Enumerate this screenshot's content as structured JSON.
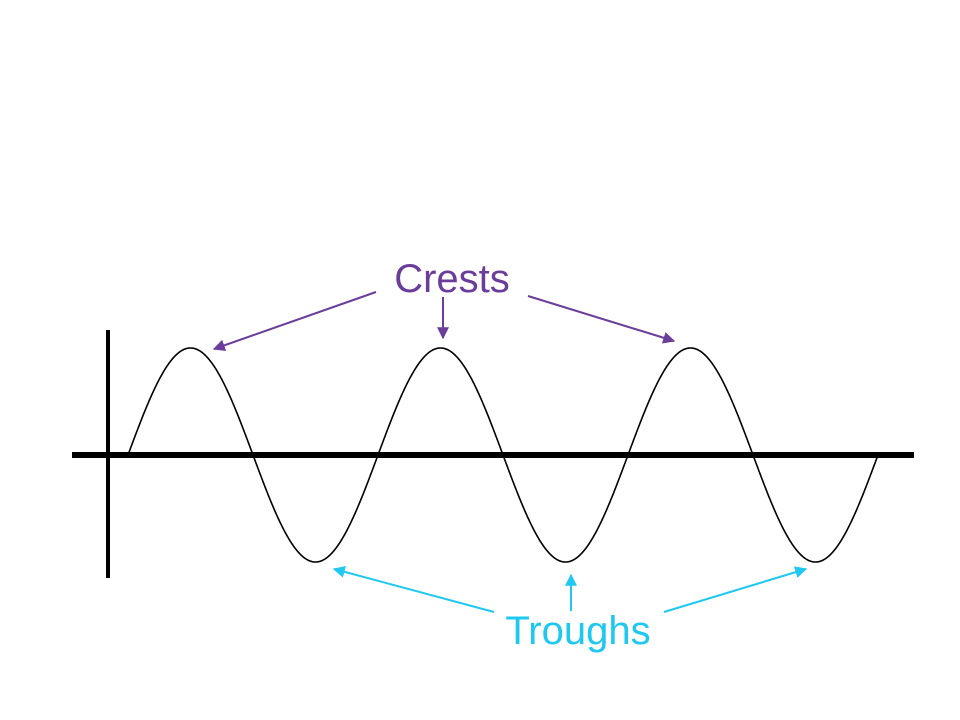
{
  "diagram": {
    "labels": {
      "crests": "Crests",
      "troughs": "Troughs"
    },
    "colors": {
      "crests": "#6a3d9a",
      "troughs": "#1ec8f0",
      "wave": "#000000",
      "axes": "#000000",
      "background": "#ffffff"
    },
    "wave": {
      "cycles": 3
    }
  }
}
